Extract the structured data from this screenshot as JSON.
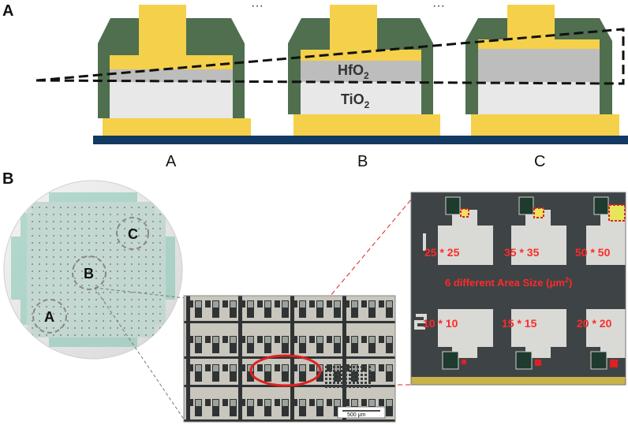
{
  "panel_a": {
    "label": "A",
    "ellipsis": "···",
    "layer_top": "HfO",
    "layer_top_sub": "2",
    "layer_bottom": "TiO",
    "layer_bottom_sub": "2",
    "devices": [
      "A",
      "B",
      "C"
    ]
  },
  "panel_b": {
    "label": "B",
    "wafer_regions": [
      "A",
      "B",
      "C"
    ],
    "scale_bar": "500 μm",
    "area_title_prefix": "6 different Area Size (μm",
    "area_title_sup": "2",
    "area_title_suffix": ")",
    "areas_top": [
      "25 * 25",
      "35 * 35",
      "50 * 50"
    ],
    "areas_bottom": [
      "10 * 10",
      "15 * 15",
      "20 * 20"
    ]
  },
  "colors": {
    "passivation": "#4f6f4f",
    "electrode": "#f5d04a",
    "hfo2": "#bdbdbd",
    "tio2": "#e8e8e8",
    "substrate": "#123a63",
    "highlight": "#e02020"
  }
}
